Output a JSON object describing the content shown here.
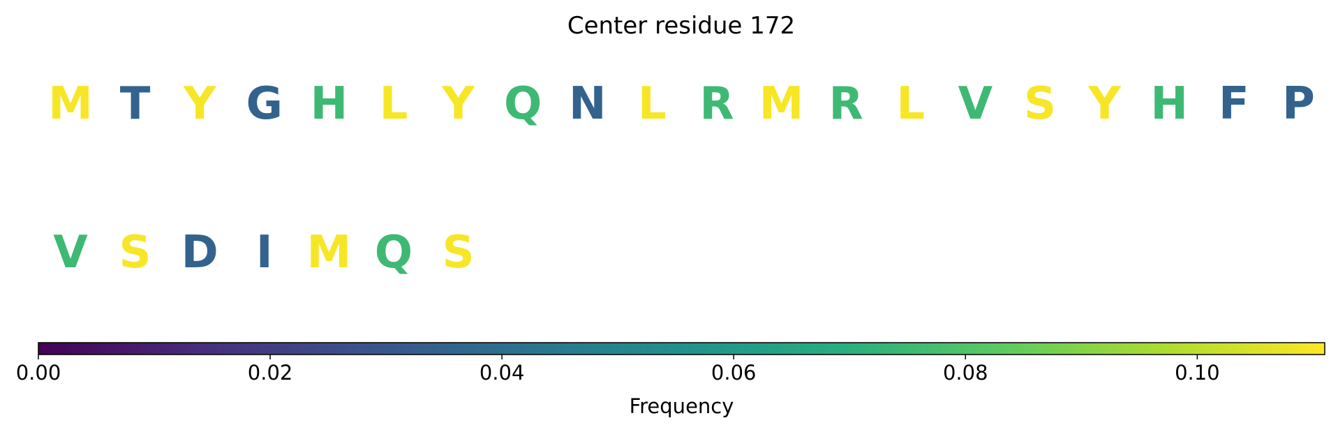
{
  "chart_data": {
    "type": "sequence-logo",
    "title": "Center residue 172",
    "residues": [
      {
        "letter": "M",
        "frequency": 0.11
      },
      {
        "letter": "T",
        "frequency": 0.035
      },
      {
        "letter": "Y",
        "frequency": 0.11
      },
      {
        "letter": "G",
        "frequency": 0.035
      },
      {
        "letter": "H",
        "frequency": 0.075
      },
      {
        "letter": "L",
        "frequency": 0.11
      },
      {
        "letter": "Y",
        "frequency": 0.11
      },
      {
        "letter": "Q",
        "frequency": 0.075
      },
      {
        "letter": "N",
        "frequency": 0.035
      },
      {
        "letter": "L",
        "frequency": 0.11
      },
      {
        "letter": "R",
        "frequency": 0.075
      },
      {
        "letter": "M",
        "frequency": 0.11
      },
      {
        "letter": "R",
        "frequency": 0.075
      },
      {
        "letter": "L",
        "frequency": 0.11
      },
      {
        "letter": "V",
        "frequency": 0.075
      },
      {
        "letter": "S",
        "frequency": 0.11
      },
      {
        "letter": "Y",
        "frequency": 0.11
      },
      {
        "letter": "H",
        "frequency": 0.075
      },
      {
        "letter": "F",
        "frequency": 0.035
      },
      {
        "letter": "P",
        "frequency": 0.035
      },
      {
        "letter": "V",
        "frequency": 0.075
      },
      {
        "letter": "S",
        "frequency": 0.11
      },
      {
        "letter": "D",
        "frequency": 0.035
      },
      {
        "letter": "I",
        "frequency": 0.035
      },
      {
        "letter": "M",
        "frequency": 0.11
      },
      {
        "letter": "Q",
        "frequency": 0.075
      },
      {
        "letter": "S",
        "frequency": 0.11
      }
    ],
    "residues_per_row": 20,
    "colorbar": {
      "label": "Frequency",
      "colormap": "viridis",
      "range": [
        0,
        0.111
      ],
      "ticks": [
        0.0,
        0.02,
        0.04,
        0.06,
        0.08,
        0.1
      ],
      "tick_labels": [
        "0.00",
        "0.02",
        "0.04",
        "0.06",
        "0.08",
        "0.10"
      ],
      "orientation": "horizontal",
      "placement": "bottom"
    }
  }
}
